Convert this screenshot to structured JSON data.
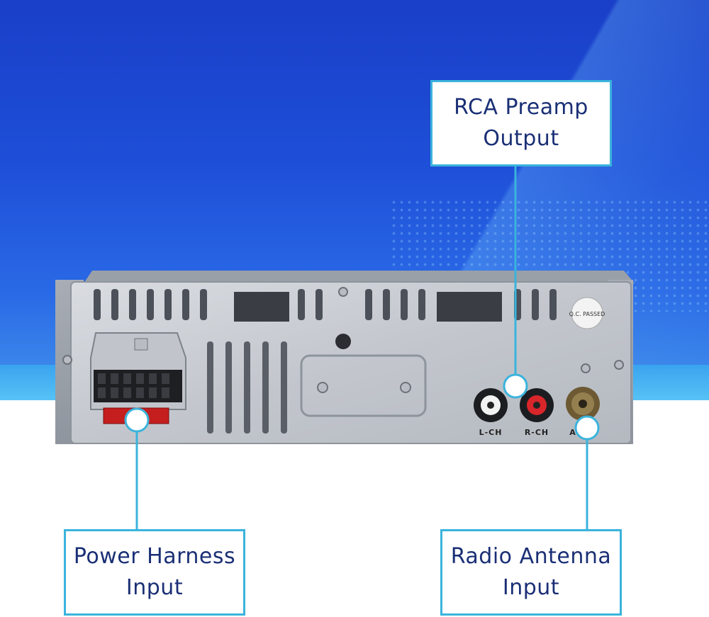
{
  "colors": {
    "background_blue": "#1e4fd8",
    "accent_cyan": "#3bb3dc",
    "label_text": "#1a2f75",
    "chassis_silver": "#c8ccd2"
  },
  "callouts": {
    "rca_preamp": {
      "text": "RCA Preamp\nOutput",
      "icon": "pointer-circle-icon"
    },
    "power_harness": {
      "text": "Power Harness\nInput",
      "icon": "pointer-circle-icon"
    },
    "radio_antenna": {
      "text": "Radio Antenna\nInput",
      "icon": "pointer-circle-icon"
    }
  },
  "unit": {
    "qc_sticker": "Q.C. PASSED",
    "jack_labels": {
      "left": "L-CH",
      "right": "R-CH",
      "antenna": "A"
    }
  }
}
